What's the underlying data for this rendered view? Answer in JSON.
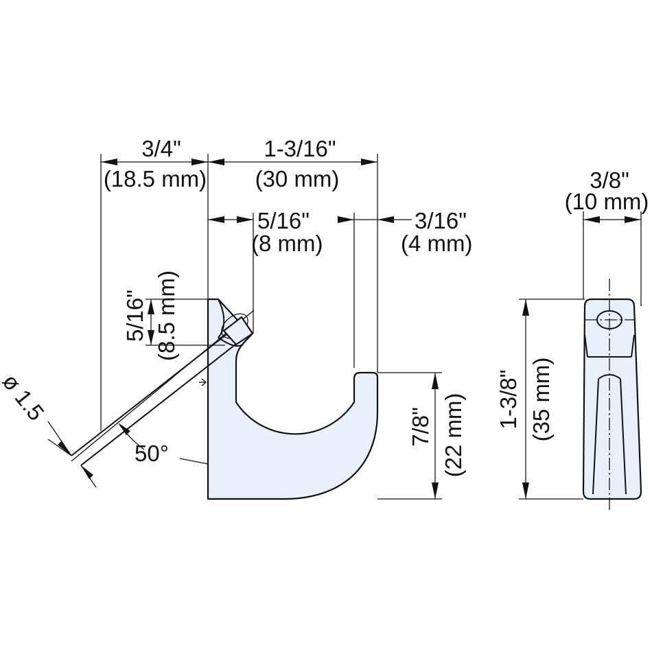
{
  "drawing": {
    "dimensions": {
      "width_left_in": "3/4\"",
      "width_left_mm": "(18.5 mm)",
      "width_main_in": "1-3/16\"",
      "width_main_mm": "(30 mm)",
      "slot_width_in": "5/16\"",
      "slot_width_mm": "(8 mm)",
      "arm_width_in": "3/16\"",
      "arm_width_mm": "(4 mm)",
      "side_width_in": "3/8\"",
      "side_width_mm": "(10 mm)",
      "screw_offset_in": "5/16\"",
      "screw_offset_mm": "(8.5 mm)",
      "arm_height_in": "7/8\"",
      "arm_height_mm": "(22 mm)",
      "side_height_in": "1-3/8\"",
      "side_height_mm": "(35 mm)",
      "screw_diameter": "ø 1.5",
      "screw_angle": "50°"
    }
  }
}
